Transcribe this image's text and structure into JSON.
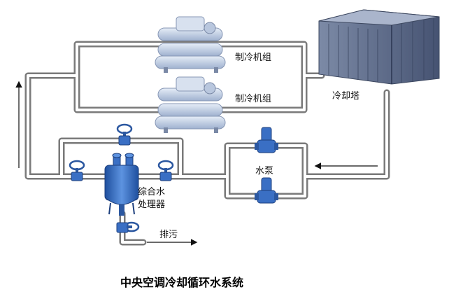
{
  "diagram": {
    "title": "中央空调冷却循环水系统",
    "labels": {
      "chiller_top": "制冷机组",
      "chiller_bottom": "制冷机组",
      "cooling_tower": "冷却塔",
      "pump": "水泵",
      "treatment_line1": "综合水",
      "treatment_line2": "处理器",
      "drain": "排污"
    },
    "colors": {
      "pipe_outer": "#7a7a7a",
      "pipe_inner": "#ffffff",
      "equipment_blue": "#3a6fc4",
      "chiller_light": "#c9d6ea",
      "tower_body": "#5b6a8a"
    },
    "icons": [
      "chiller-icon",
      "cooling-tower-icon",
      "water-pump-icon",
      "valve-handwheel-icon",
      "water-treatment-icon"
    ]
  }
}
